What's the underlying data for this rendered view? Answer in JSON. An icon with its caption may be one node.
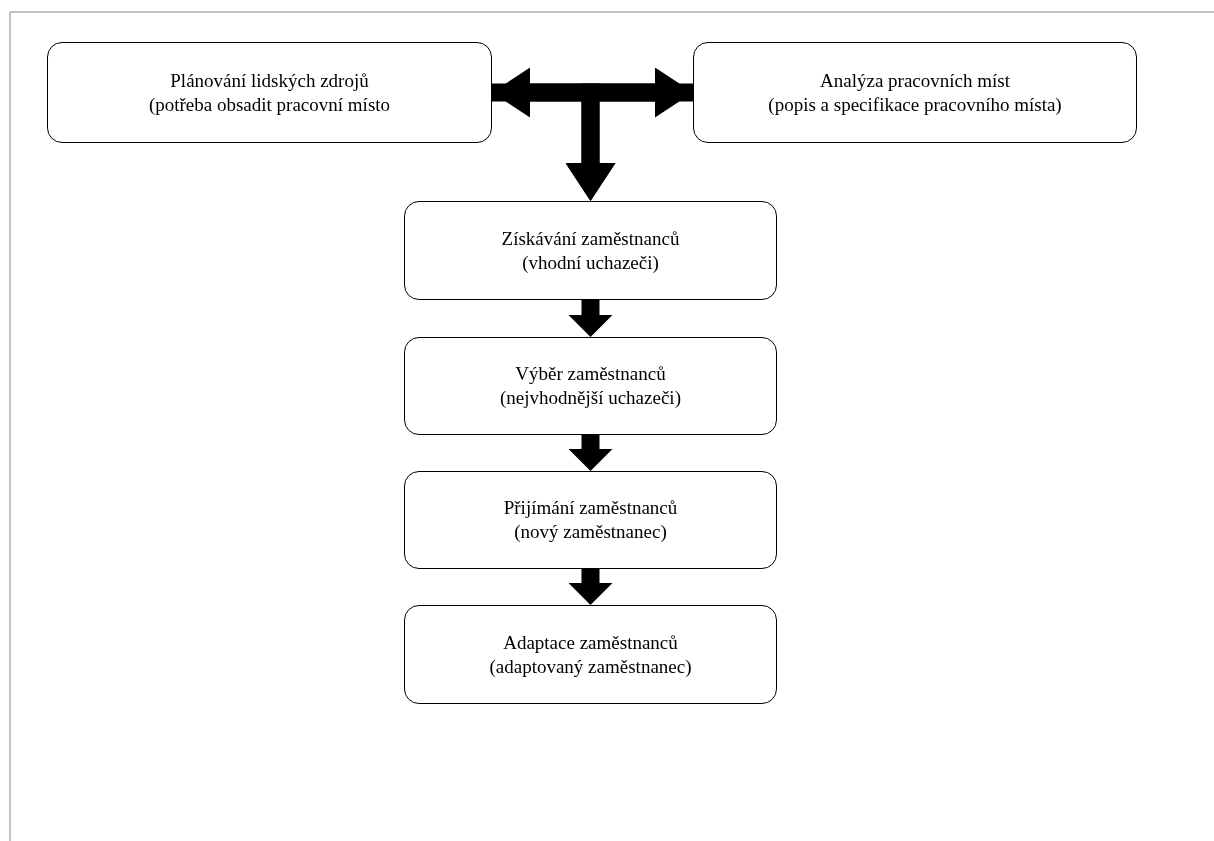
{
  "diagram": {
    "nodes": [
      {
        "text": [
          "Plánování lidských zdrojů",
          "(potřeba obsadit pracovní místo"
        ]
      },
      {
        "text": [
          "Analýza pracovních míst",
          "(popis a specifikace pracovního místa)"
        ]
      },
      {
        "text": [
          "Získávání zaměstnanců",
          "(vhodní uchazeči)"
        ]
      },
      {
        "text": [
          "Výběr zaměstnanců",
          "(nejvhodnější uchazeči)"
        ]
      },
      {
        "text": [
          "Přijímání zaměstnanců",
          "(nový zaměstnanec)"
        ]
      },
      {
        "text": [
          "Adaptace zaměstnanců",
          "(adaptovaný zaměstnanec)"
        ]
      }
    ],
    "edges": [
      {
        "from": 0,
        "to": 1,
        "arrow": "both"
      },
      {
        "from": 0,
        "to": 2,
        "arrow": "to"
      },
      {
        "from": 1,
        "to": 2,
        "arrow": "to"
      },
      {
        "from": 2,
        "to": 3,
        "arrow": "to"
      },
      {
        "from": 3,
        "to": 4,
        "arrow": "to"
      },
      {
        "from": 4,
        "to": 5,
        "arrow": "to"
      }
    ]
  }
}
